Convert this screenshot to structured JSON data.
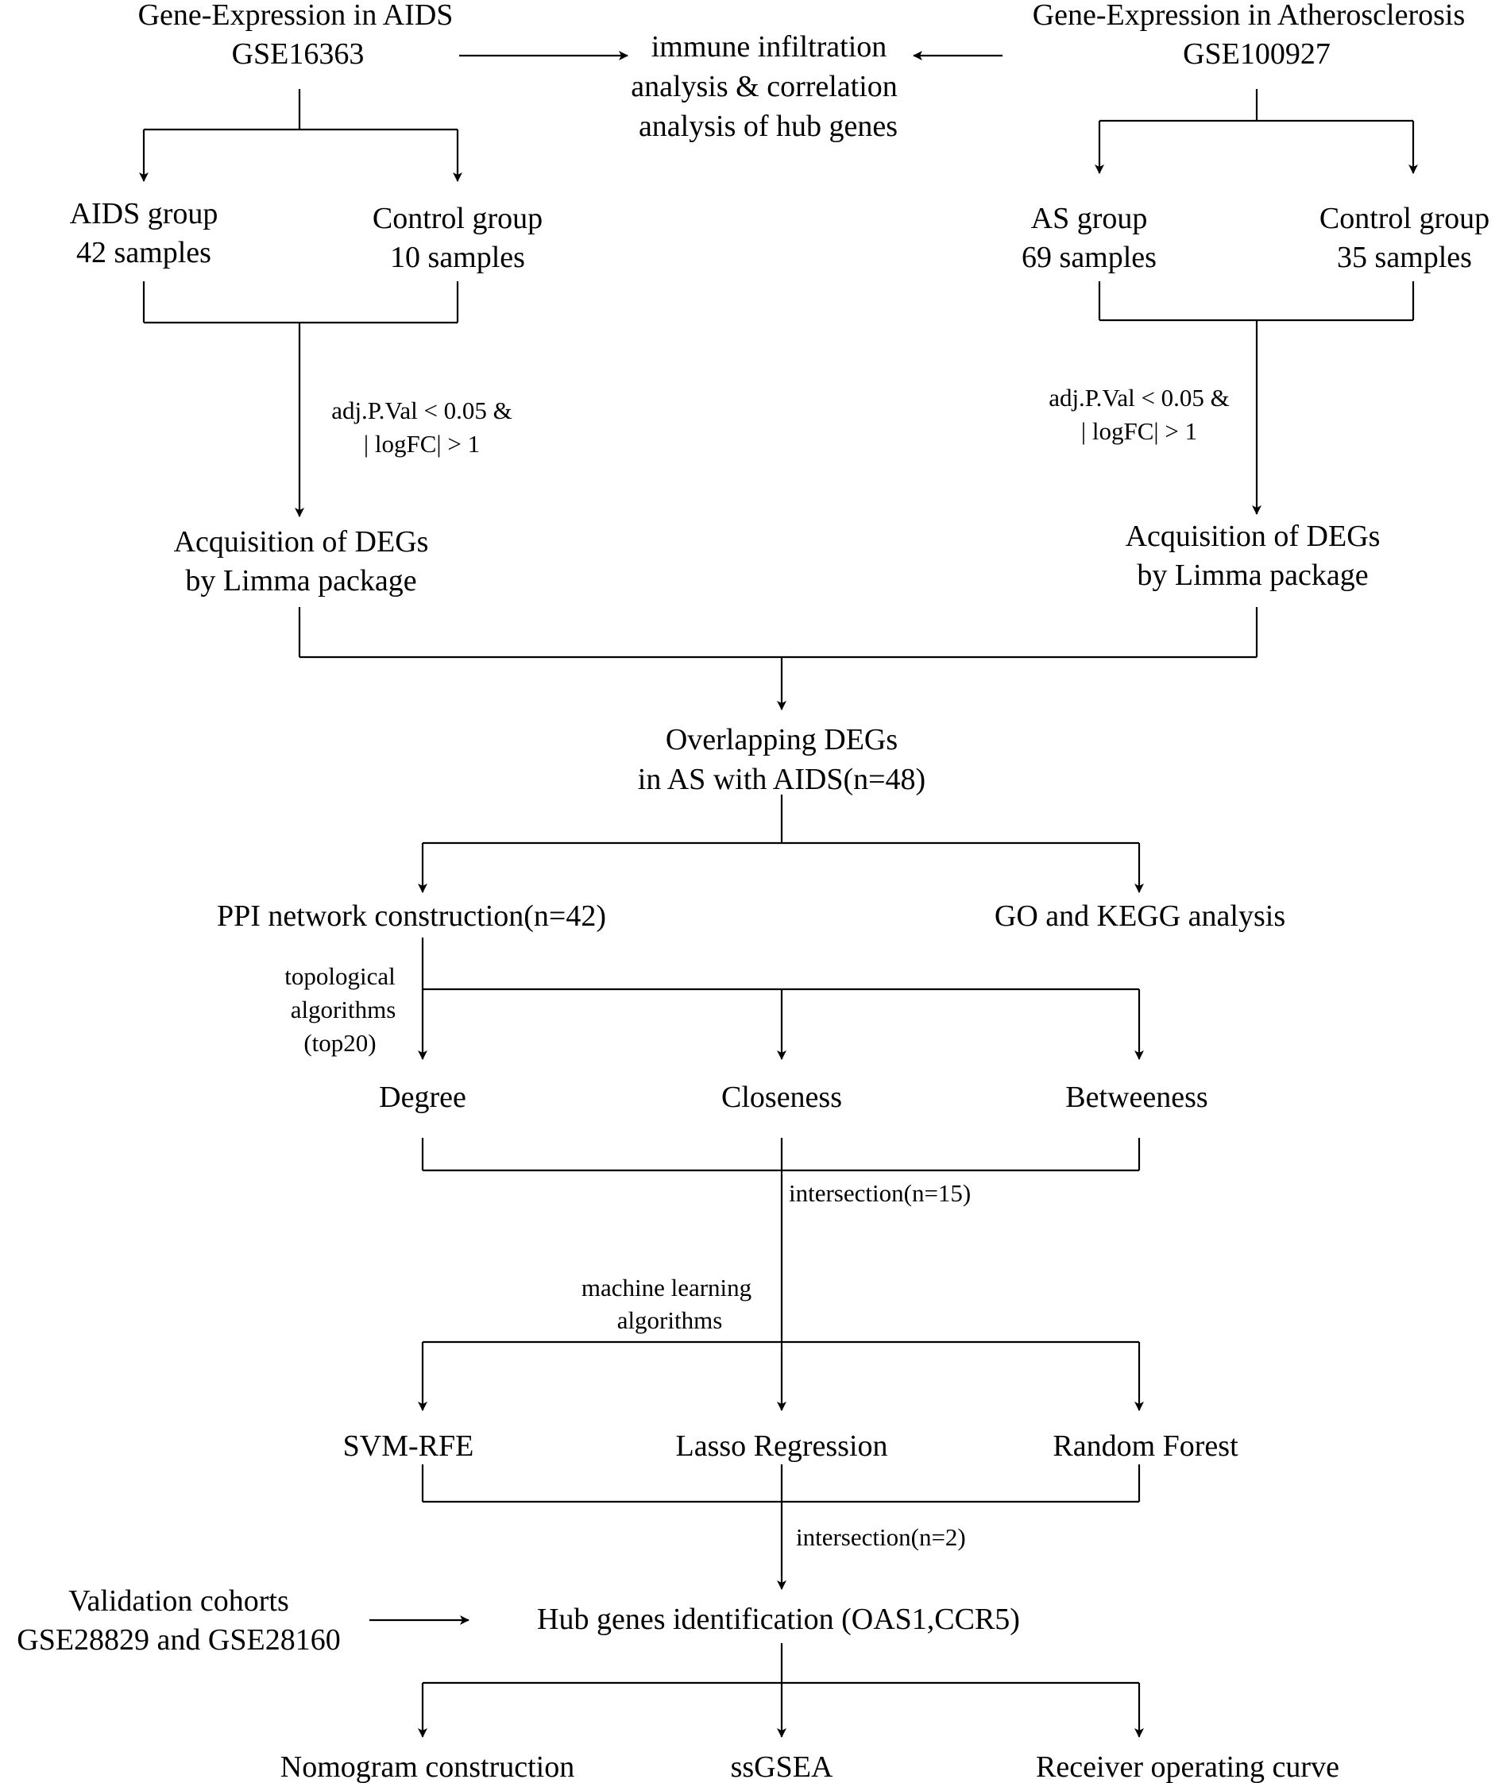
{
  "nodes": {
    "aids_title": "Gene-Expression in AIDS",
    "aids_id": "GSE16363",
    "as_title": "Gene-Expression in Atherosclerosis",
    "as_id": "GSE100927",
    "immune_1": "immune infiltration",
    "immune_2": "analysis & correlation",
    "immune_3": "analysis of hub genes",
    "aids_group_1": "AIDS group",
    "aids_group_2": "42 samples",
    "aids_ctrl_1": "Control group",
    "aids_ctrl_2": "10 samples",
    "as_group_1": "AS group",
    "as_group_2": "69 samples",
    "as_ctrl_1": "Control group",
    "as_ctrl_2": "35 samples",
    "deg_left_1": "Acquisition of DEGs",
    "deg_left_2": "by Limma package",
    "deg_right_1": "Acquisition of DEGs",
    "deg_right_2": "by Limma package",
    "overlap_1": "Overlapping DEGs",
    "overlap_2": "in AS with AIDS(n=48)",
    "ppi": "PPI network construction(n=42)",
    "go_kegg": "GO and KEGG analysis",
    "degree": "Degree",
    "closeness": "Closeness",
    "betweeness": "Betweeness",
    "svm": "SVM-RFE",
    "lasso": "Lasso Regression",
    "rf": "Random Forest",
    "validation_1": "Validation cohorts",
    "validation_2": "GSE28829 and GSE28160",
    "hub": "Hub genes identification (OAS1,CCR5)",
    "nomogram": "Nomogram construction",
    "ssgsea": "ssGSEA",
    "roc": "Receiver operating curve"
  },
  "labels": {
    "filter_left_1": "adj.P.Val < 0.05 &",
    "filter_left_2": "| logFC| > 1",
    "filter_right_1": "adj.P.Val < 0.05 &",
    "filter_right_2": "| logFC| > 1",
    "topo_1": "topological",
    "topo_2": "algorithms",
    "topo_3": "(top20)",
    "intersect_15": "intersection(n=15)",
    "ml_1": "machine learning",
    "ml_2": "algorithms",
    "intersect_2": "intersection(n=2)"
  }
}
